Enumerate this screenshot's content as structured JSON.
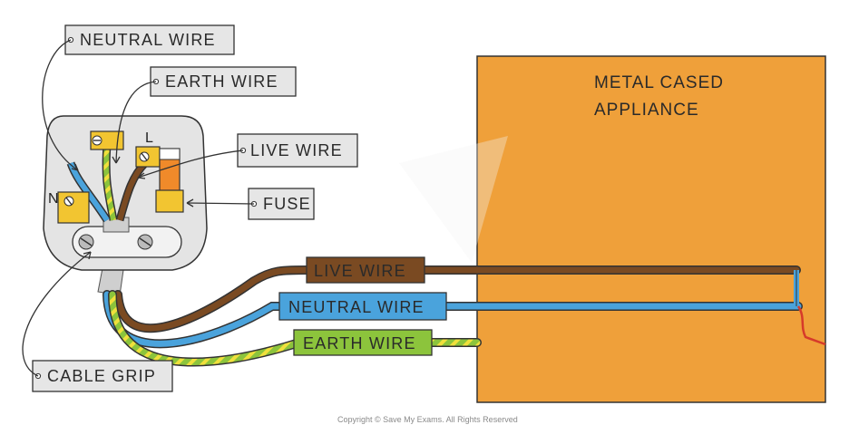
{
  "labels": {
    "neutral_wire_tag": "NEUTRAL WIRE",
    "earth_wire_tag": "EARTH WIRE",
    "live_wire_tag": "LIVE WIRE",
    "fuse_tag": "FUSE",
    "cable_grip_tag": "CABLE GRIP",
    "live_wire_cable": "LIVE WIRE",
    "neutral_wire_cable": "NEUTRAL WIRE",
    "earth_wire_cable": "EARTH WIRE"
  },
  "appliance": {
    "line1": "METAL CASED",
    "line2": "APPLIANCE"
  },
  "pins": {
    "live": "L",
    "neutral": "N"
  },
  "copyright": "Copyright © Save My Exams. All Rights Reserved",
  "colors": {
    "live": "#7a4a22",
    "neutral": "#4aa3dc",
    "earth_green": "#8cc43c",
    "earth_yellow": "#f0e03c",
    "terminal": "#f2c531",
    "appliance": "#efa03a",
    "fuse": "#f08a2a",
    "plug_body": "#e4e4e4",
    "tag_fill": "#e6e6e6",
    "internal_wire": "#d63a2a"
  }
}
